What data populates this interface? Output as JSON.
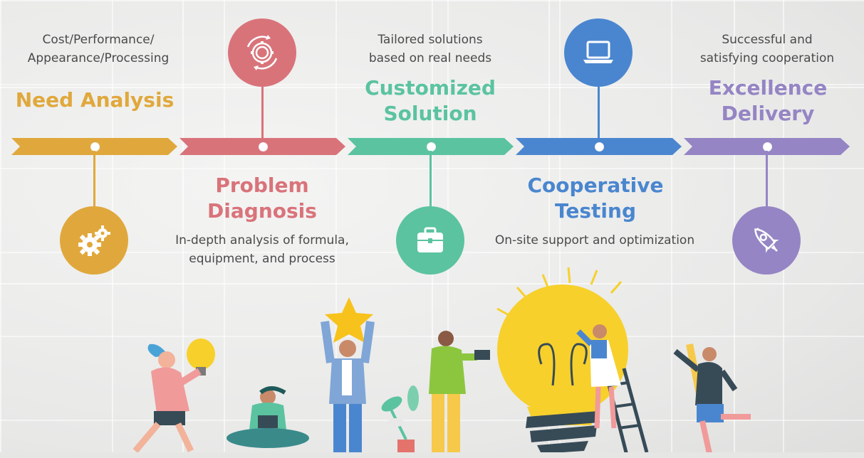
{
  "steps": [
    {
      "title_line1": "Need Analysis",
      "title_line2": "",
      "desc_line1": "Cost/Performance/",
      "desc_line2": "Appearance/Processing",
      "color": "#e0a83c",
      "icon": "gears-icon"
    },
    {
      "title_line1": "Problem",
      "title_line2": "Diagnosis",
      "desc_line1": "In-depth analysis of formula,",
      "desc_line2": "equipment, and process",
      "color": "#d9737a",
      "icon": "gear-cycle-icon"
    },
    {
      "title_line1": "Customized",
      "title_line2": "Solution",
      "desc_line1": "Tailored solutions",
      "desc_line2": "based on real needs",
      "color": "#5bc3a0",
      "icon": "briefcase-icon"
    },
    {
      "title_line1": "Cooperative",
      "title_line2": "Testing",
      "desc_line1": "On-site support and optimization",
      "desc_line2": "",
      "color": "#4a86cf",
      "icon": "laptop-icon"
    },
    {
      "title_line1": "Excellence",
      "title_line2": "Delivery",
      "desc_line1": "Successful and",
      "desc_line2": "satisfying cooperation",
      "color": "#9585c4",
      "icon": "rocket-icon"
    }
  ],
  "illustration": {
    "people_icon": "people-with-ideas-illustration",
    "bulb_color": "#f7d02b",
    "star_color": "#f7c21b"
  }
}
